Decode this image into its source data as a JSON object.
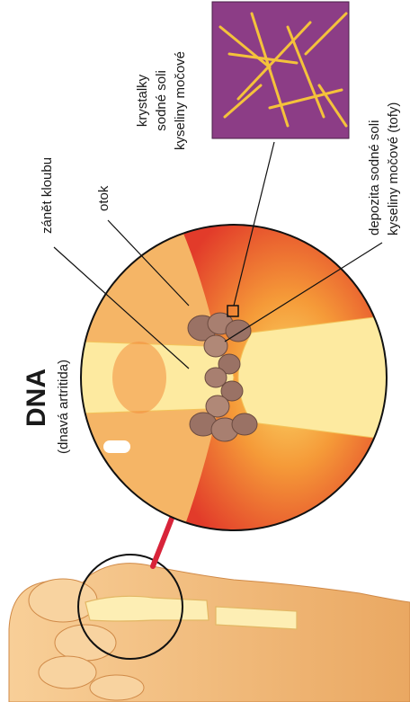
{
  "title": "DNA",
  "subtitle": "(dnavá artritida)",
  "labels": {
    "inflammation": "zánět kloubu",
    "swelling": "otok",
    "crystals_line1": "krystalky",
    "crystals_line2": "sodné soli",
    "crystals_line3": "kyseliny močové",
    "deposits_line1": "depozita sodné soli",
    "deposits_line2": "kyseliny močové (tofy)"
  },
  "colors": {
    "skin": "#f6c58a",
    "skin_shadow": "#e7a463",
    "inflamed_red": "#e23b2a",
    "inflamed_orange": "#f27a2c",
    "bone_yellow": "#fbe98f",
    "deposit_brown": "#9a7265",
    "crystal_bg": "#8c3d86",
    "crystal_needle": "#f4c23b",
    "arrow_red": "#d8243a"
  }
}
